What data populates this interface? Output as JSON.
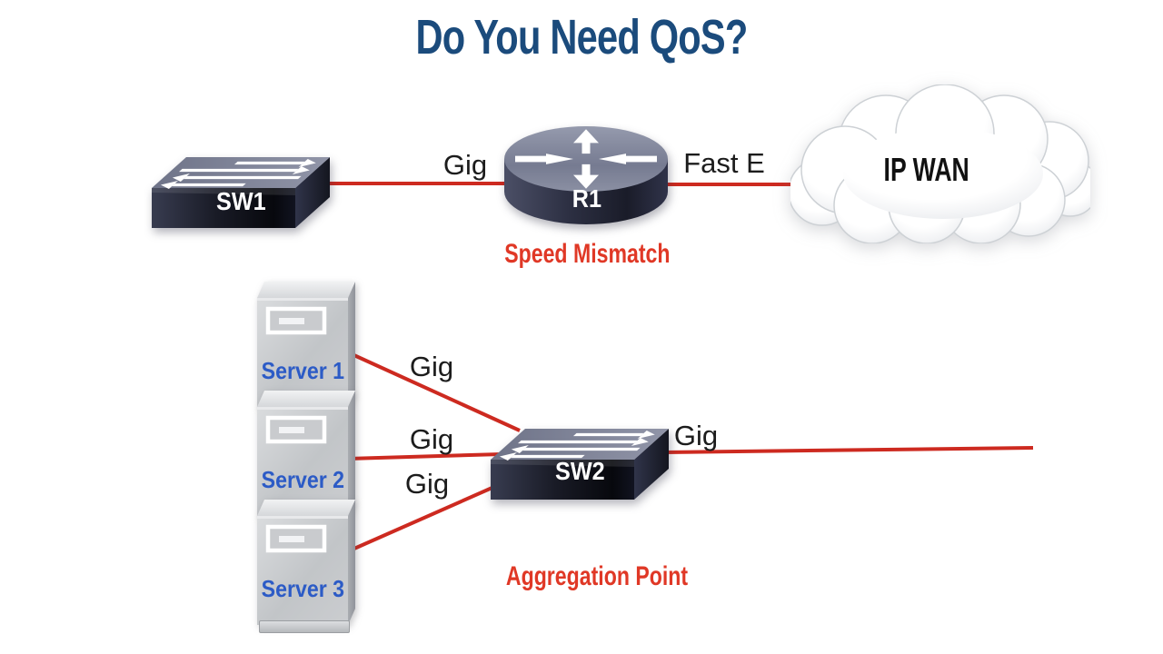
{
  "title": "Do You Need QoS?",
  "colors": {
    "title": "#1b4b7c",
    "link": "#cd2a20",
    "caption": "#e03826",
    "server_label": "#2c5bc6",
    "link_label": "#1c1c1c",
    "device_label": "#ffffff",
    "wan_label": "#111111"
  },
  "devices": {
    "sw1": {
      "label": "SW1",
      "type": "switch"
    },
    "r1": {
      "label": "R1",
      "type": "router"
    },
    "wan": {
      "label": "IP WAN",
      "type": "cloud"
    },
    "sw2": {
      "label": "SW2",
      "type": "switch"
    },
    "servers": [
      {
        "label": "Server 1"
      },
      {
        "label": "Server 2"
      },
      {
        "label": "Server 3"
      }
    ]
  },
  "links": {
    "sw1_r1": {
      "label": "Gig"
    },
    "r1_wan": {
      "label": "Fast E"
    },
    "server1_sw2": {
      "label": "Gig"
    },
    "server2_sw2": {
      "label": "Gig"
    },
    "server3_sw2": {
      "label": "Gig"
    },
    "sw2_uplink": {
      "label": "Gig"
    }
  },
  "captions": {
    "speed_mismatch": "Speed Mismatch",
    "aggregation_point": "Aggregation Point"
  }
}
